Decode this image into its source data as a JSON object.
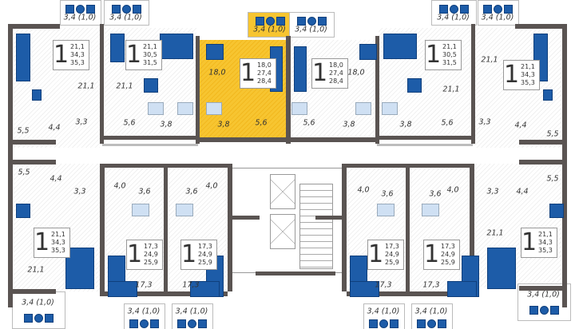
{
  "accent_color": "#f7c531",
  "furniture_color": "#1d5ca8",
  "wall_color": "#5a5452",
  "apartments": [
    {
      "rooms_count": "1",
      "areas": [
        "21,1",
        "34,3",
        "35,3"
      ],
      "balcony": "3,4 (1,0)",
      "rooms": [
        "21,1",
        "5,5",
        "4,4",
        "3,3"
      ],
      "highlighted": false
    },
    {
      "rooms_count": "1",
      "areas": [
        "21,1",
        "30,5",
        "31,5"
      ],
      "balcony": "3,4 (1,0)",
      "rooms": [
        "21,1",
        "5,6",
        "3,8"
      ],
      "highlighted": false
    },
    {
      "rooms_count": "1",
      "areas": [
        "18,0",
        "27,4",
        "28,4"
      ],
      "balcony": "3,4 (1,0)",
      "rooms": [
        "18,0",
        "3,8",
        "5,6"
      ],
      "highlighted": true
    },
    {
      "rooms_count": "1",
      "areas": [
        "18,0",
        "27,4",
        "28,4"
      ],
      "balcony": "3,4 (1,0)",
      "rooms": [
        "18,0",
        "5,6",
        "3,8"
      ],
      "highlighted": false
    },
    {
      "rooms_count": "1",
      "areas": [
        "21,1",
        "30,5",
        "31,5"
      ],
      "balcony": "3,4 (1,0)",
      "rooms": [
        "21,1",
        "5,6",
        "3,8"
      ],
      "highlighted": false
    },
    {
      "rooms_count": "1",
      "areas": [
        "21,1",
        "34,3",
        "35,3"
      ],
      "balcony": "3,4 (1,0)",
      "rooms": [
        "21,1",
        "3,3",
        "4,4",
        "5,5"
      ],
      "highlighted": false
    },
    {
      "rooms_count": "1",
      "areas": [
        "21,1",
        "34,3",
        "35,3"
      ],
      "balcony": "3,4 (1,0)",
      "rooms": [
        "5,5",
        "4,4",
        "3,3",
        "21,1"
      ],
      "highlighted": false
    },
    {
      "rooms_count": "1",
      "areas": [
        "17,3",
        "24,9",
        "25,9"
      ],
      "balcony": "3,4 (1,0)",
      "rooms": [
        "4,0",
        "3,6",
        "17,3"
      ],
      "highlighted": false
    },
    {
      "rooms_count": "1",
      "areas": [
        "17,3",
        "24,9",
        "25,9"
      ],
      "balcony": "3,4 (1,0)",
      "rooms": [
        "3,6",
        "4,0",
        "17,3"
      ],
      "highlighted": false
    },
    {
      "rooms_count": "1",
      "areas": [
        "17,3",
        "24,9",
        "25,9"
      ],
      "balcony": "3,4 (1,0)",
      "rooms": [
        "4,0",
        "3,6",
        "17,3"
      ],
      "highlighted": false
    },
    {
      "rooms_count": "1",
      "areas": [
        "17,3",
        "24,9",
        "25,9"
      ],
      "balcony": "3,4 (1,0)",
      "rooms": [
        "3,6",
        "4,0",
        "17,3"
      ],
      "highlighted": false
    },
    {
      "rooms_count": "1",
      "areas": [
        "21,1",
        "34,3",
        "35,3"
      ],
      "balcony": "3,4 (1,0)",
      "rooms": [
        "3,3",
        "4,4",
        "5,5",
        "21,1"
      ],
      "highlighted": false
    }
  ]
}
